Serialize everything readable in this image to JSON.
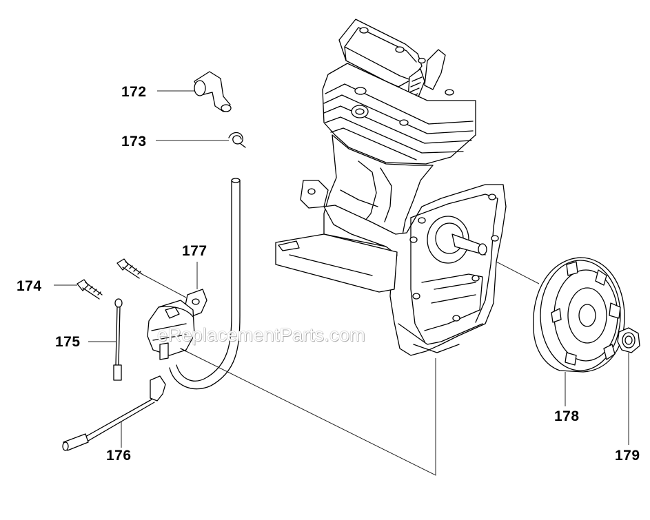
{
  "parts": [
    {
      "number": "172",
      "name": "spark-plug-boot"
    },
    {
      "number": "173",
      "name": "spring-clip"
    },
    {
      "number": "174",
      "name": "screw"
    },
    {
      "number": "175",
      "name": "ground-wire"
    },
    {
      "number": "176",
      "name": "stop-switch-wire"
    },
    {
      "number": "177",
      "name": "ignition-coil"
    },
    {
      "number": "178",
      "name": "flywheel"
    },
    {
      "number": "179",
      "name": "nut"
    }
  ],
  "watermark": "eReplacementParts.com"
}
